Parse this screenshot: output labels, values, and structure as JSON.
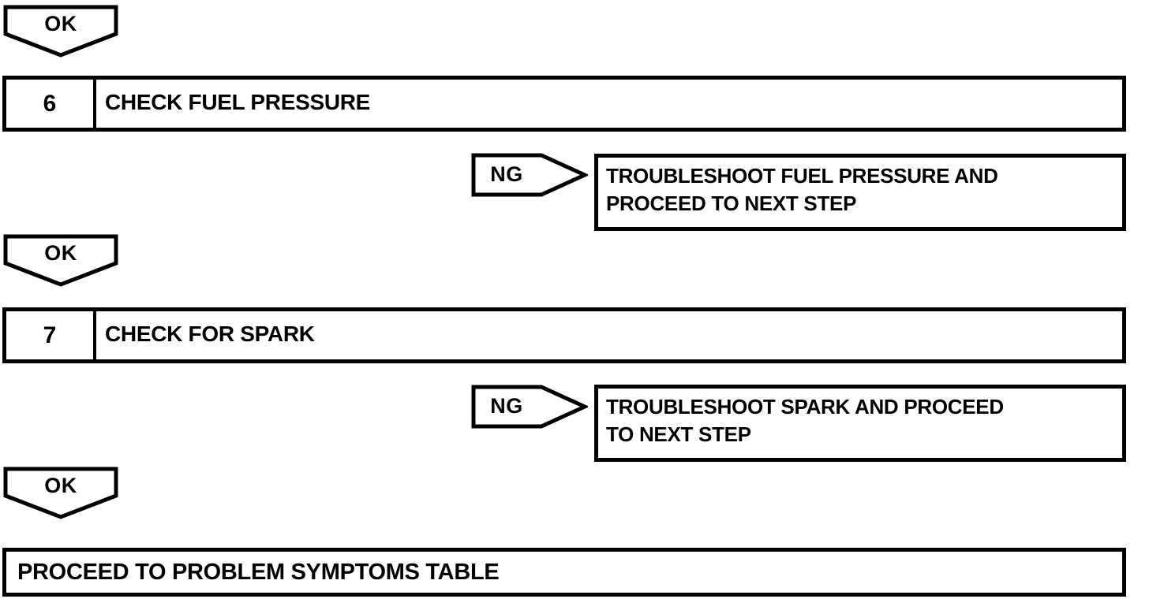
{
  "diagram": {
    "connector_label": "OK",
    "branch_label": "NG",
    "steps": [
      {
        "number": "6",
        "title": "CHECK FUEL PRESSURE",
        "ng_action_line1": "TROUBLESHOOT FUEL PRESSURE AND",
        "ng_action_line2": "PROCEED TO NEXT STEP"
      },
      {
        "number": "7",
        "title": "CHECK FOR SPARK",
        "ng_action_line1": "TROUBLESHOOT SPARK AND PROCEED",
        "ng_action_line2": "TO NEXT STEP"
      }
    ],
    "final_action": "PROCEED TO PROBLEM SYMPTOMS TABLE",
    "colors": {
      "line": "#000000",
      "background": "#ffffff"
    }
  }
}
